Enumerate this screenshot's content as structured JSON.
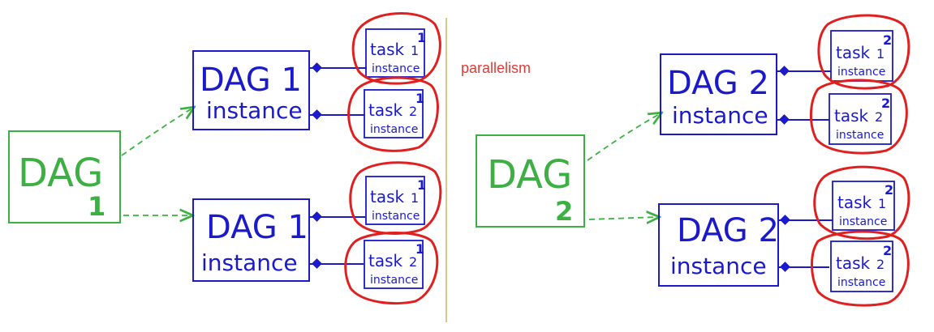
{
  "annotation": "parallelism",
  "dags": [
    {
      "label": "DAG",
      "number": "1",
      "instances": [
        {
          "title": "DAG 1",
          "subtitle": "instance",
          "tasks": [
            {
              "word": "task",
              "num": "1",
              "sub": "instance",
              "badge": "1"
            },
            {
              "word": "task",
              "num": "2",
              "sub": "instance",
              "badge": "1"
            }
          ]
        },
        {
          "title": "DAG 1",
          "subtitle": "instance",
          "tasks": [
            {
              "word": "task",
              "num": "1",
              "sub": "instance",
              "badge": "1"
            },
            {
              "word": "task",
              "num": "2",
              "sub": "instance",
              "badge": "1"
            }
          ]
        }
      ]
    },
    {
      "label": "DAG",
      "number": "2",
      "instances": [
        {
          "title": "DAG 2",
          "subtitle": "instance",
          "tasks": [
            {
              "word": "task",
              "num": "1",
              "sub": "instance",
              "badge": "2"
            },
            {
              "word": "task",
              "num": "2",
              "sub": "instance",
              "badge": "2"
            }
          ]
        },
        {
          "title": "DAG 2",
          "subtitle": "instance",
          "tasks": [
            {
              "word": "task",
              "num": "1",
              "sub": "instance",
              "badge": "2"
            },
            {
              "word": "task",
              "num": "2",
              "sub": "instance",
              "badge": "2"
            }
          ]
        }
      ]
    }
  ],
  "colors": {
    "dag": "#3cb043",
    "instance": "#1a1acc",
    "highlight": "#e02020",
    "divider": "#d8c98a",
    "annotation": "#e53935"
  }
}
